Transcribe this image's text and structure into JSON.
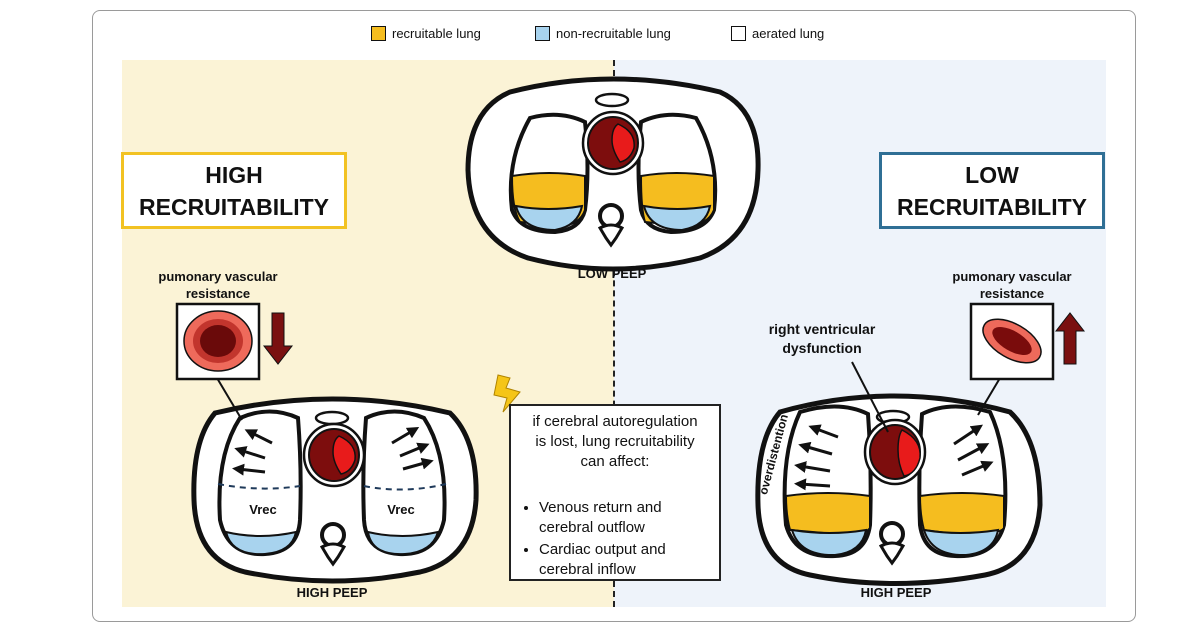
{
  "legend": {
    "items": [
      {
        "label": "recruitable lung",
        "color": "#f5bd1f"
      },
      {
        "label": "non-recruitable lung",
        "color": "#a8d3ee"
      },
      {
        "label": "aerated lung",
        "color": "#ffffff"
      }
    ]
  },
  "left_panel": {
    "title_line1": "HIGH",
    "title_line2": "RECRUITABILITY",
    "resistance_label_line1": "pumonary vascular",
    "resistance_label_line2": "resistance",
    "resistance_direction": "down",
    "scan_label": "HIGH PEEP",
    "vrec_left": "Vrec",
    "vrec_right": "Vrec",
    "background_color": "#fbf3d6"
  },
  "center": {
    "scan_label": "LOW PEEP",
    "info_title_line1": "if cerebral autoregulation",
    "info_title_line2": "is lost, lung recruitability",
    "info_title_line3": "can affect:",
    "bullets": [
      {
        "line1": "Venous return and",
        "line2": "cerebral outflow"
      },
      {
        "line1": "Cardiac output and",
        "line2": "cerebral inflow"
      }
    ],
    "lightning_icon": "lightning-bolt-icon"
  },
  "right_panel": {
    "title_line1": "LOW",
    "title_line2": "RECRUITABILITY",
    "resistance_label_line1": "pumonary vascular",
    "resistance_label_line2": "resistance",
    "resistance_direction": "up",
    "rv_label_line1": "right ventricular",
    "rv_label_line2": "dysfunction",
    "overdistention_label": "overdistention",
    "scan_label": "HIGH PEEP",
    "background_color": "#eef3fa"
  },
  "colors": {
    "arrow_dark_red": "#7a1010",
    "heart_dark": "#7d0d0d",
    "heart_bright": "#e81b1b",
    "vessel_outer": "#ee6a5b"
  }
}
